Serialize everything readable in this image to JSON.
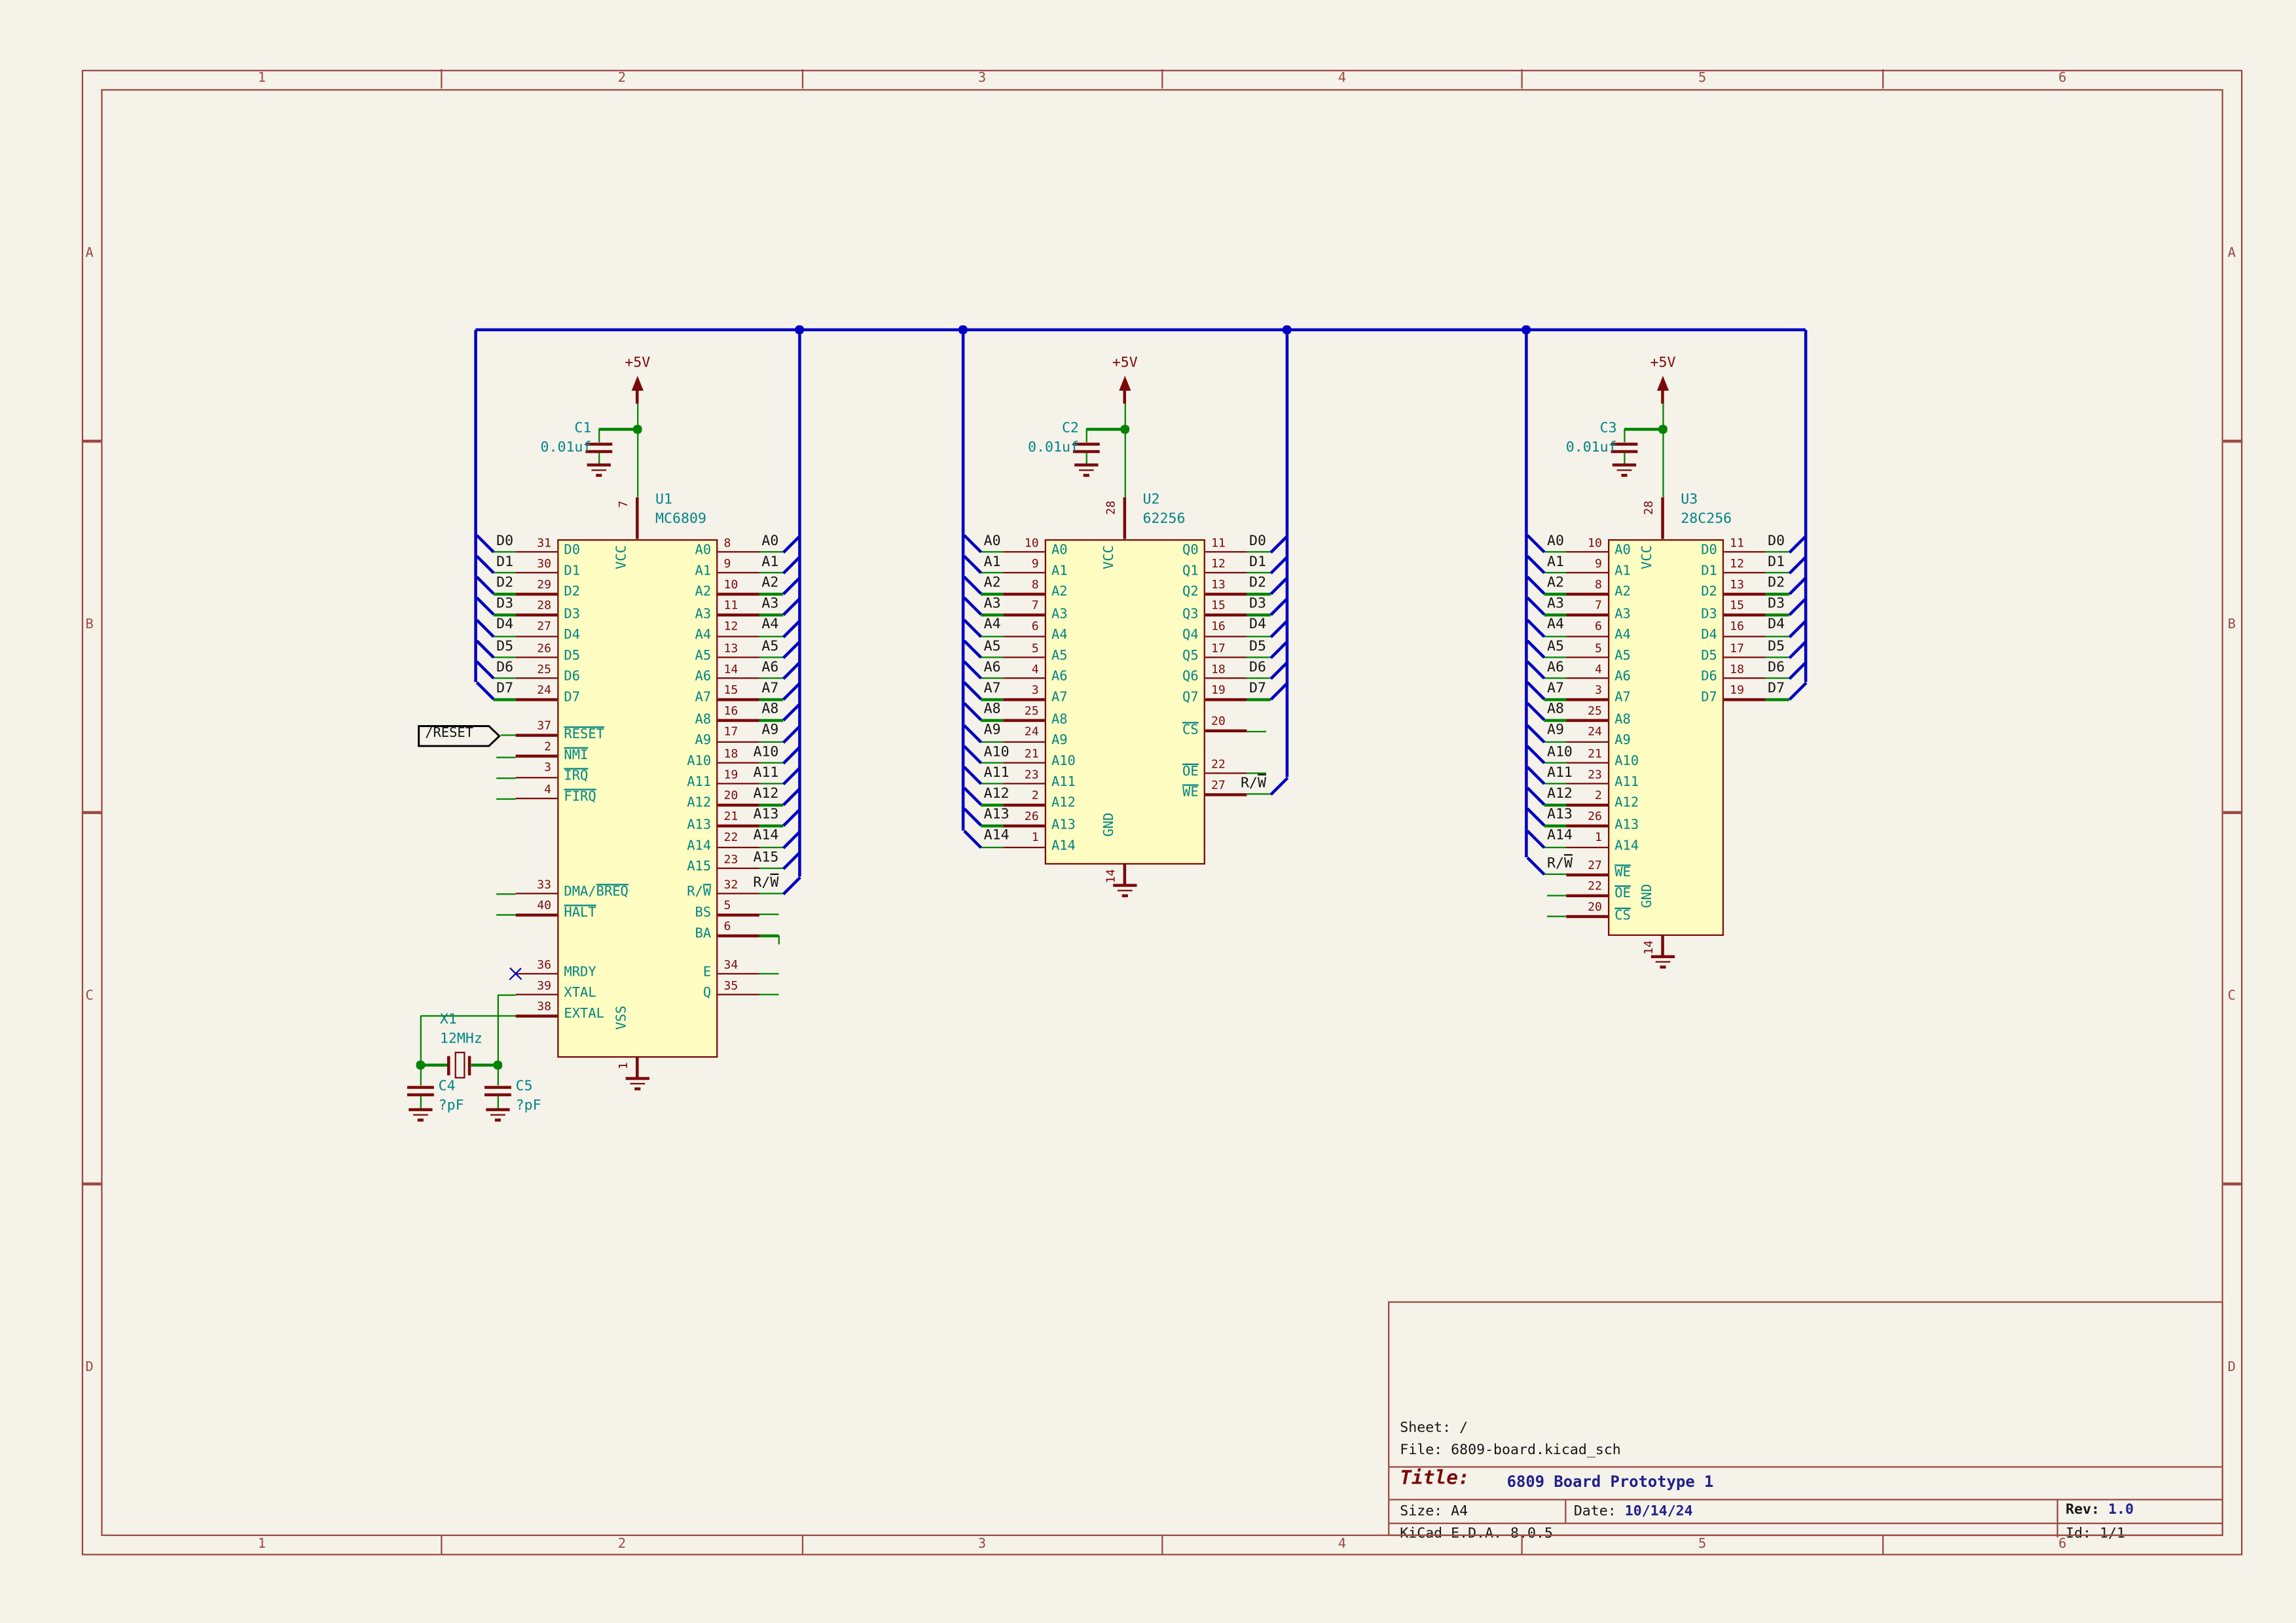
{
  "colors": {
    "background": "#F5F2EA",
    "frame": "#9A4A42",
    "symbol": "#7A0A0A",
    "pin_number": "#7A0A0A",
    "pin_name": "#008484",
    "value_text": "#008484",
    "wire": "#008400",
    "bus": "#0000C2",
    "label": "#141414",
    "title_value": "#20208C",
    "chip_fill": "#FFFDC2"
  },
  "sheet": {
    "columns": [
      "1",
      "2",
      "3",
      "4",
      "5",
      "6"
    ],
    "rows": [
      "A",
      "B",
      "C",
      "D"
    ]
  },
  "title_block": {
    "sheet": "Sheet: /",
    "file": "File: 6809-board.kicad_sch",
    "title_label": "Title:",
    "title": "6809 Board Prototype 1",
    "size": "Size: A4",
    "date_label": "Date:",
    "date": "10/14/24",
    "rev_label": "Rev:",
    "rev": "1.0",
    "kicad": "KiCad E.D.A. 8.0.5",
    "id": "Id: 1/1"
  },
  "power": {
    "label": "+5V"
  },
  "components": {
    "decoupling_caps": [
      {
        "ref": "C1",
        "value": "0.01uf"
      },
      {
        "ref": "C2",
        "value": "0.01uf"
      },
      {
        "ref": "C3",
        "value": "0.01uf"
      }
    ],
    "crystal": {
      "ref": "X1",
      "value": "12MHz"
    },
    "crystal_caps": [
      {
        "ref": "C4",
        "value": "?pF"
      },
      {
        "ref": "C5",
        "value": "?pF"
      }
    ],
    "chips": [
      {
        "ref": "U1",
        "value": "MC6809",
        "top_pin": {
          "num": "7",
          "name": "VCC"
        },
        "bottom_pin": {
          "num": "1",
          "name": "VSS"
        },
        "left_pins": [
          {
            "num": "31",
            "name": "D0",
            "row": 0,
            "conn": "bus",
            "label": "D0"
          },
          {
            "num": "30",
            "name": "D1",
            "row": 1,
            "conn": "bus",
            "label": "D1"
          },
          {
            "num": "29",
            "name": "D2",
            "row": 2,
            "conn": "bus",
            "label": "D2"
          },
          {
            "num": "28",
            "name": "D3",
            "row": 3,
            "conn": "bus",
            "label": "D3"
          },
          {
            "num": "27",
            "name": "D4",
            "row": 4,
            "conn": "bus",
            "label": "D4"
          },
          {
            "num": "26",
            "name": "D5",
            "row": 5,
            "conn": "bus",
            "label": "D5"
          },
          {
            "num": "25",
            "name": "D6",
            "row": 6,
            "conn": "bus",
            "label": "D6"
          },
          {
            "num": "24",
            "name": "D7",
            "row": 7,
            "conn": "bus",
            "label": "D7"
          },
          {
            "num": "37",
            "name": "~{RESET}",
            "row": 8.7,
            "conn": "global",
            "label": "/RESET"
          },
          {
            "num": "2",
            "name": "~{NMI}",
            "row": 9.7,
            "conn": "stub"
          },
          {
            "num": "3",
            "name": "~{IRQ}",
            "row": 10.7,
            "conn": "stub"
          },
          {
            "num": "4",
            "name": "~{FIRQ}",
            "row": 11.7,
            "conn": "stub"
          },
          {
            "num": "33",
            "name": "DMA/~{BREQ}",
            "row": 16.2,
            "conn": "stub"
          },
          {
            "num": "40",
            "name": "~{HALT}",
            "row": 17.2,
            "conn": "stub"
          },
          {
            "num": "36",
            "name": "MRDY",
            "row": 20,
            "conn": "nc"
          },
          {
            "num": "39",
            "name": "XTAL",
            "row": 21,
            "conn": "none"
          },
          {
            "num": "38",
            "name": "EXTAL",
            "row": 22,
            "conn": "none"
          }
        ],
        "right_pins": [
          {
            "num": "8",
            "name": "A0",
            "row": 0,
            "conn": "bus",
            "label": "A0"
          },
          {
            "num": "9",
            "name": "A1",
            "row": 1,
            "conn": "bus",
            "label": "A1"
          },
          {
            "num": "10",
            "name": "A2",
            "row": 2,
            "conn": "bus",
            "label": "A2"
          },
          {
            "num": "11",
            "name": "A3",
            "row": 3,
            "conn": "bus",
            "label": "A3"
          },
          {
            "num": "12",
            "name": "A4",
            "row": 4,
            "conn": "bus",
            "label": "A4"
          },
          {
            "num": "13",
            "name": "A5",
            "row": 5,
            "conn": "bus",
            "label": "A5"
          },
          {
            "num": "14",
            "name": "A6",
            "row": 6,
            "conn": "bus",
            "label": "A6"
          },
          {
            "num": "15",
            "name": "A7",
            "row": 7,
            "conn": "bus",
            "label": "A7"
          },
          {
            "num": "16",
            "name": "A8",
            "row": 8,
            "conn": "bus",
            "label": "A8"
          },
          {
            "num": "17",
            "name": "A9",
            "row": 9,
            "conn": "bus",
            "label": "A9"
          },
          {
            "num": "18",
            "name": "A10",
            "row": 10,
            "conn": "bus",
            "label": "A10"
          },
          {
            "num": "19",
            "name": "A11",
            "row": 11,
            "conn": "bus",
            "label": "A11"
          },
          {
            "num": "20",
            "name": "A12",
            "row": 12,
            "conn": "bus",
            "label": "A12"
          },
          {
            "num": "21",
            "name": "A13",
            "row": 13,
            "conn": "bus",
            "label": "A13"
          },
          {
            "num": "22",
            "name": "A14",
            "row": 14,
            "conn": "bus",
            "label": "A14"
          },
          {
            "num": "23",
            "name": "A15",
            "row": 15,
            "conn": "bus",
            "label": "A15"
          },
          {
            "num": "32",
            "name": "R/~{W}",
            "row": 16.2,
            "conn": "bus",
            "label": "R/~{W}"
          },
          {
            "num": "5",
            "name": "BS",
            "row": 17.2,
            "conn": "stub"
          },
          {
            "num": "6",
            "name": "BA",
            "row": 18.2,
            "conn": "stub-down"
          },
          {
            "num": "34",
            "name": "E",
            "row": 20,
            "conn": "stub"
          },
          {
            "num": "35",
            "name": "Q",
            "row": 21,
            "conn": "stub"
          }
        ]
      },
      {
        "ref": "U2",
        "value": "62256",
        "top_pin": {
          "num": "28",
          "name": "VCC"
        },
        "bottom_pin": {
          "num": "14",
          "name": "GND"
        },
        "left_pins": [
          {
            "num": "10",
            "name": "A0",
            "row": 0,
            "conn": "bus",
            "label": "A0"
          },
          {
            "num": "9",
            "name": "A1",
            "row": 1,
            "conn": "bus",
            "label": "A1"
          },
          {
            "num": "8",
            "name": "A2",
            "row": 2,
            "conn": "bus",
            "label": "A2"
          },
          {
            "num": "7",
            "name": "A3",
            "row": 3,
            "conn": "bus",
            "label": "A3"
          },
          {
            "num": "6",
            "name": "A4",
            "row": 4,
            "conn": "bus",
            "label": "A4"
          },
          {
            "num": "5",
            "name": "A5",
            "row": 5,
            "conn": "bus",
            "label": "A5"
          },
          {
            "num": "4",
            "name": "A6",
            "row": 6,
            "conn": "bus",
            "label": "A6"
          },
          {
            "num": "3",
            "name": "A7",
            "row": 7,
            "conn": "bus",
            "label": "A7"
          },
          {
            "num": "25",
            "name": "A8",
            "row": 8,
            "conn": "bus",
            "label": "A8"
          },
          {
            "num": "24",
            "name": "A9",
            "row": 9,
            "conn": "bus",
            "label": "A9"
          },
          {
            "num": "21",
            "name": "A10",
            "row": 10,
            "conn": "bus",
            "label": "A10"
          },
          {
            "num": "23",
            "name": "A11",
            "row": 11,
            "conn": "bus",
            "label": "A11"
          },
          {
            "num": "2",
            "name": "A12",
            "row": 12,
            "conn": "bus",
            "label": "A12"
          },
          {
            "num": "26",
            "name": "A13",
            "row": 13,
            "conn": "bus",
            "label": "A13"
          },
          {
            "num": "1",
            "name": "A14",
            "row": 14,
            "conn": "bus",
            "label": "A14"
          }
        ],
        "right_pins": [
          {
            "num": "11",
            "name": "Q0",
            "row": 0,
            "conn": "bus",
            "label": "D0"
          },
          {
            "num": "12",
            "name": "Q1",
            "row": 1,
            "conn": "bus",
            "label": "D1"
          },
          {
            "num": "13",
            "name": "Q2",
            "row": 2,
            "conn": "bus",
            "label": "D2"
          },
          {
            "num": "15",
            "name": "Q3",
            "row": 3,
            "conn": "bus",
            "label": "D3"
          },
          {
            "num": "16",
            "name": "Q4",
            "row": 4,
            "conn": "bus",
            "label": "D4"
          },
          {
            "num": "17",
            "name": "Q5",
            "row": 5,
            "conn": "bus",
            "label": "D5"
          },
          {
            "num": "18",
            "name": "Q6",
            "row": 6,
            "conn": "bus",
            "label": "D6"
          },
          {
            "num": "19",
            "name": "Q7",
            "row": 7,
            "conn": "bus",
            "label": "D7"
          },
          {
            "num": "20",
            "name": "~{CS}",
            "row": 8.5,
            "conn": "stub"
          },
          {
            "num": "22",
            "name": "~{OE}",
            "row": 10.5,
            "conn": "stub"
          },
          {
            "num": "27",
            "name": "~{WE}",
            "row": 11.5,
            "conn": "bus",
            "label": "R/~{W}"
          }
        ]
      },
      {
        "ref": "U3",
        "value": "28C256",
        "top_pin": {
          "num": "28",
          "name": "VCC"
        },
        "bottom_pin": {
          "num": "14",
          "name": "GND"
        },
        "left_pins": [
          {
            "num": "10",
            "name": "A0",
            "row": 0,
            "conn": "bus",
            "label": "A0"
          },
          {
            "num": "9",
            "name": "A1",
            "row": 1,
            "conn": "bus",
            "label": "A1"
          },
          {
            "num": "8",
            "name": "A2",
            "row": 2,
            "conn": "bus",
            "label": "A2"
          },
          {
            "num": "7",
            "name": "A3",
            "row": 3,
            "conn": "bus",
            "label": "A3"
          },
          {
            "num": "6",
            "name": "A4",
            "row": 4,
            "conn": "bus",
            "label": "A4"
          },
          {
            "num": "5",
            "name": "A5",
            "row": 5,
            "conn": "bus",
            "label": "A5"
          },
          {
            "num": "4",
            "name": "A6",
            "row": 6,
            "conn": "bus",
            "label": "A6"
          },
          {
            "num": "3",
            "name": "A7",
            "row": 7,
            "conn": "bus",
            "label": "A7"
          },
          {
            "num": "25",
            "name": "A8",
            "row": 8,
            "conn": "bus",
            "label": "A8"
          },
          {
            "num": "24",
            "name": "A9",
            "row": 9,
            "conn": "bus",
            "label": "A9"
          },
          {
            "num": "21",
            "name": "A10",
            "row": 10,
            "conn": "bus",
            "label": "A10"
          },
          {
            "num": "23",
            "name": "A11",
            "row": 11,
            "conn": "bus",
            "label": "A11"
          },
          {
            "num": "2",
            "name": "A12",
            "row": 12,
            "conn": "bus",
            "label": "A12"
          },
          {
            "num": "26",
            "name": "A13",
            "row": 13,
            "conn": "bus",
            "label": "A13"
          },
          {
            "num": "1",
            "name": "A14",
            "row": 14,
            "conn": "bus",
            "label": "A14"
          },
          {
            "num": "27",
            "name": "~{WE}",
            "row": 15.3,
            "conn": "bus",
            "label": "R/~{W}"
          },
          {
            "num": "22",
            "name": "~{OE}",
            "row": 16.3,
            "conn": "stub"
          },
          {
            "num": "20",
            "name": "~{CS}",
            "row": 17.3,
            "conn": "stub"
          }
        ],
        "right_pins": [
          {
            "num": "11",
            "name": "D0",
            "row": 0,
            "conn": "bus",
            "label": "D0"
          },
          {
            "num": "12",
            "name": "D1",
            "row": 1,
            "conn": "bus",
            "label": "D1"
          },
          {
            "num": "13",
            "name": "D2",
            "row": 2,
            "conn": "bus",
            "label": "D2"
          },
          {
            "num": "15",
            "name": "D3",
            "row": 3,
            "conn": "bus",
            "label": "D3"
          },
          {
            "num": "16",
            "name": "D4",
            "row": 4,
            "conn": "bus",
            "label": "D4"
          },
          {
            "num": "17",
            "name": "D5",
            "row": 5,
            "conn": "bus",
            "label": "D5"
          },
          {
            "num": "18",
            "name": "D6",
            "row": 6,
            "conn": "bus",
            "label": "D6"
          },
          {
            "num": "19",
            "name": "D7",
            "row": 7,
            "conn": "bus",
            "label": "D7"
          }
        ]
      }
    ]
  }
}
